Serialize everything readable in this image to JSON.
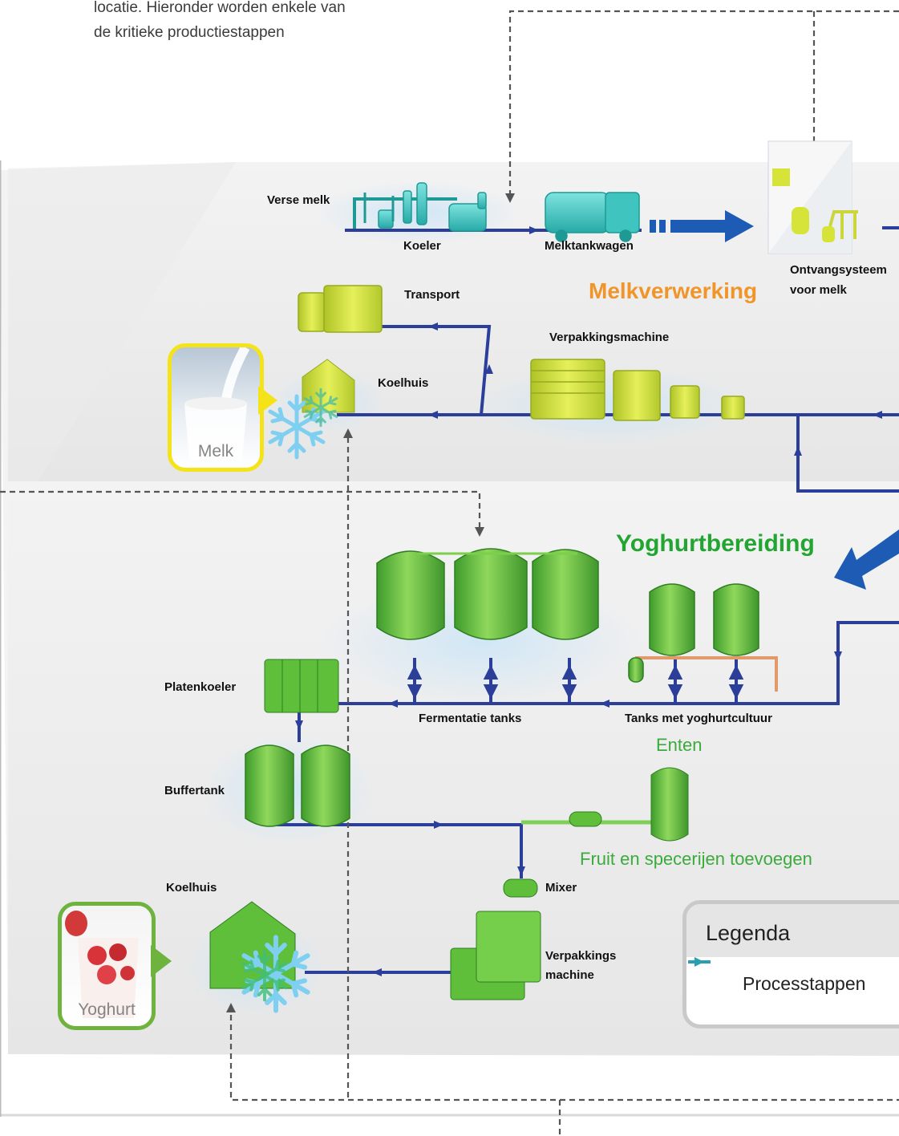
{
  "intro": {
    "line1": "locatie. Hieronder worden enkele van",
    "line2": "de kritieke productiestappen"
  },
  "sections": {
    "milk_processing": "Melkverwerking",
    "yoghurt_preparation": "Yoghurtbereiding"
  },
  "labels": {
    "verse_melk": "Verse melk",
    "koeler": "Koeler",
    "melktankwagen": "Melktankwagen",
    "ontvangsysteem_1": "Ontvangsysteem",
    "ontvangsysteem_2": "voor melk",
    "transport": "Transport",
    "verpakkingsmachine": "Verpakkingsmachine",
    "koelhuis_melk": "Koelhuis",
    "platenkoeler": "Platenkoeler",
    "fermentatie_tanks": "Fermentatie tanks",
    "tanks_yoghurtcultuur": "Tanks met yoghurtcultuur",
    "buffertank": "Buffertank",
    "mixer": "Mixer",
    "koelhuis_yoghurt": "Koelhuis",
    "verpakkings_machine_1": "Verpakkings",
    "verpakkings_machine_2": "machine"
  },
  "steps": {
    "enten": "Enten",
    "fruit": "Fruit en specerijen toevoegen"
  },
  "products": {
    "melk": "Melk",
    "yoghurt": "Yoghurt"
  },
  "legend": {
    "title": "Legenda",
    "item": "Processtappen"
  },
  "colors": {
    "flow_blue": "#2a3e9a",
    "big_arrow_blue": "#1e5bb5",
    "milk_equipment_teal": "#35c4c0",
    "packaging_yellow": "#cfe23a",
    "yoghurt_green": "#5fbf3a",
    "melkverwerking_orange": "#f0952a",
    "yoghurtbereiding_green": "#22a531",
    "snowflake_blue": "#7fd0f0",
    "dashed_grey": "#555555",
    "melk_bubble_border": "#f5e31a",
    "yoghurt_bubble_border": "#6fb33f"
  },
  "icons": [
    "snowflake-icon",
    "house-icon",
    "truck-icon",
    "tank-icon",
    "arrow-icon",
    "legend-arrow-icon"
  ]
}
